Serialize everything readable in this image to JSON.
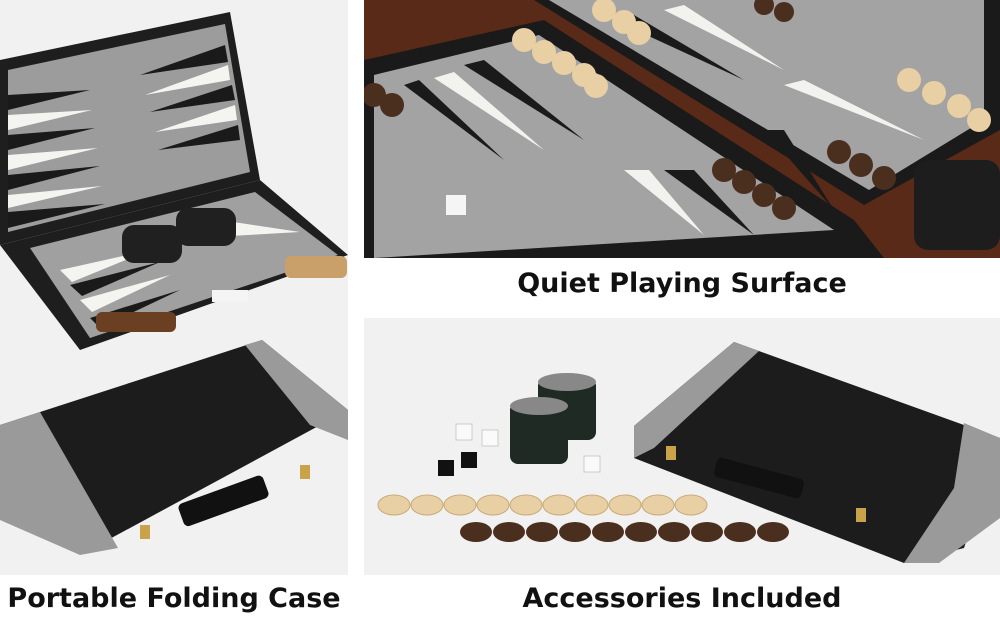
{
  "captions": {
    "quiet": "Quiet Playing Surface",
    "portable": "Portable Folding Case",
    "accessories": "Accessories Included"
  },
  "colors": {
    "background_panel": "#f1f1f1",
    "case_black": "#1e1e1e",
    "felt_gray": "#9a9a9a",
    "checker_light": "#e8cfa4",
    "checker_dark": "#4a2e1e",
    "wood_table": "#5a2a18"
  }
}
